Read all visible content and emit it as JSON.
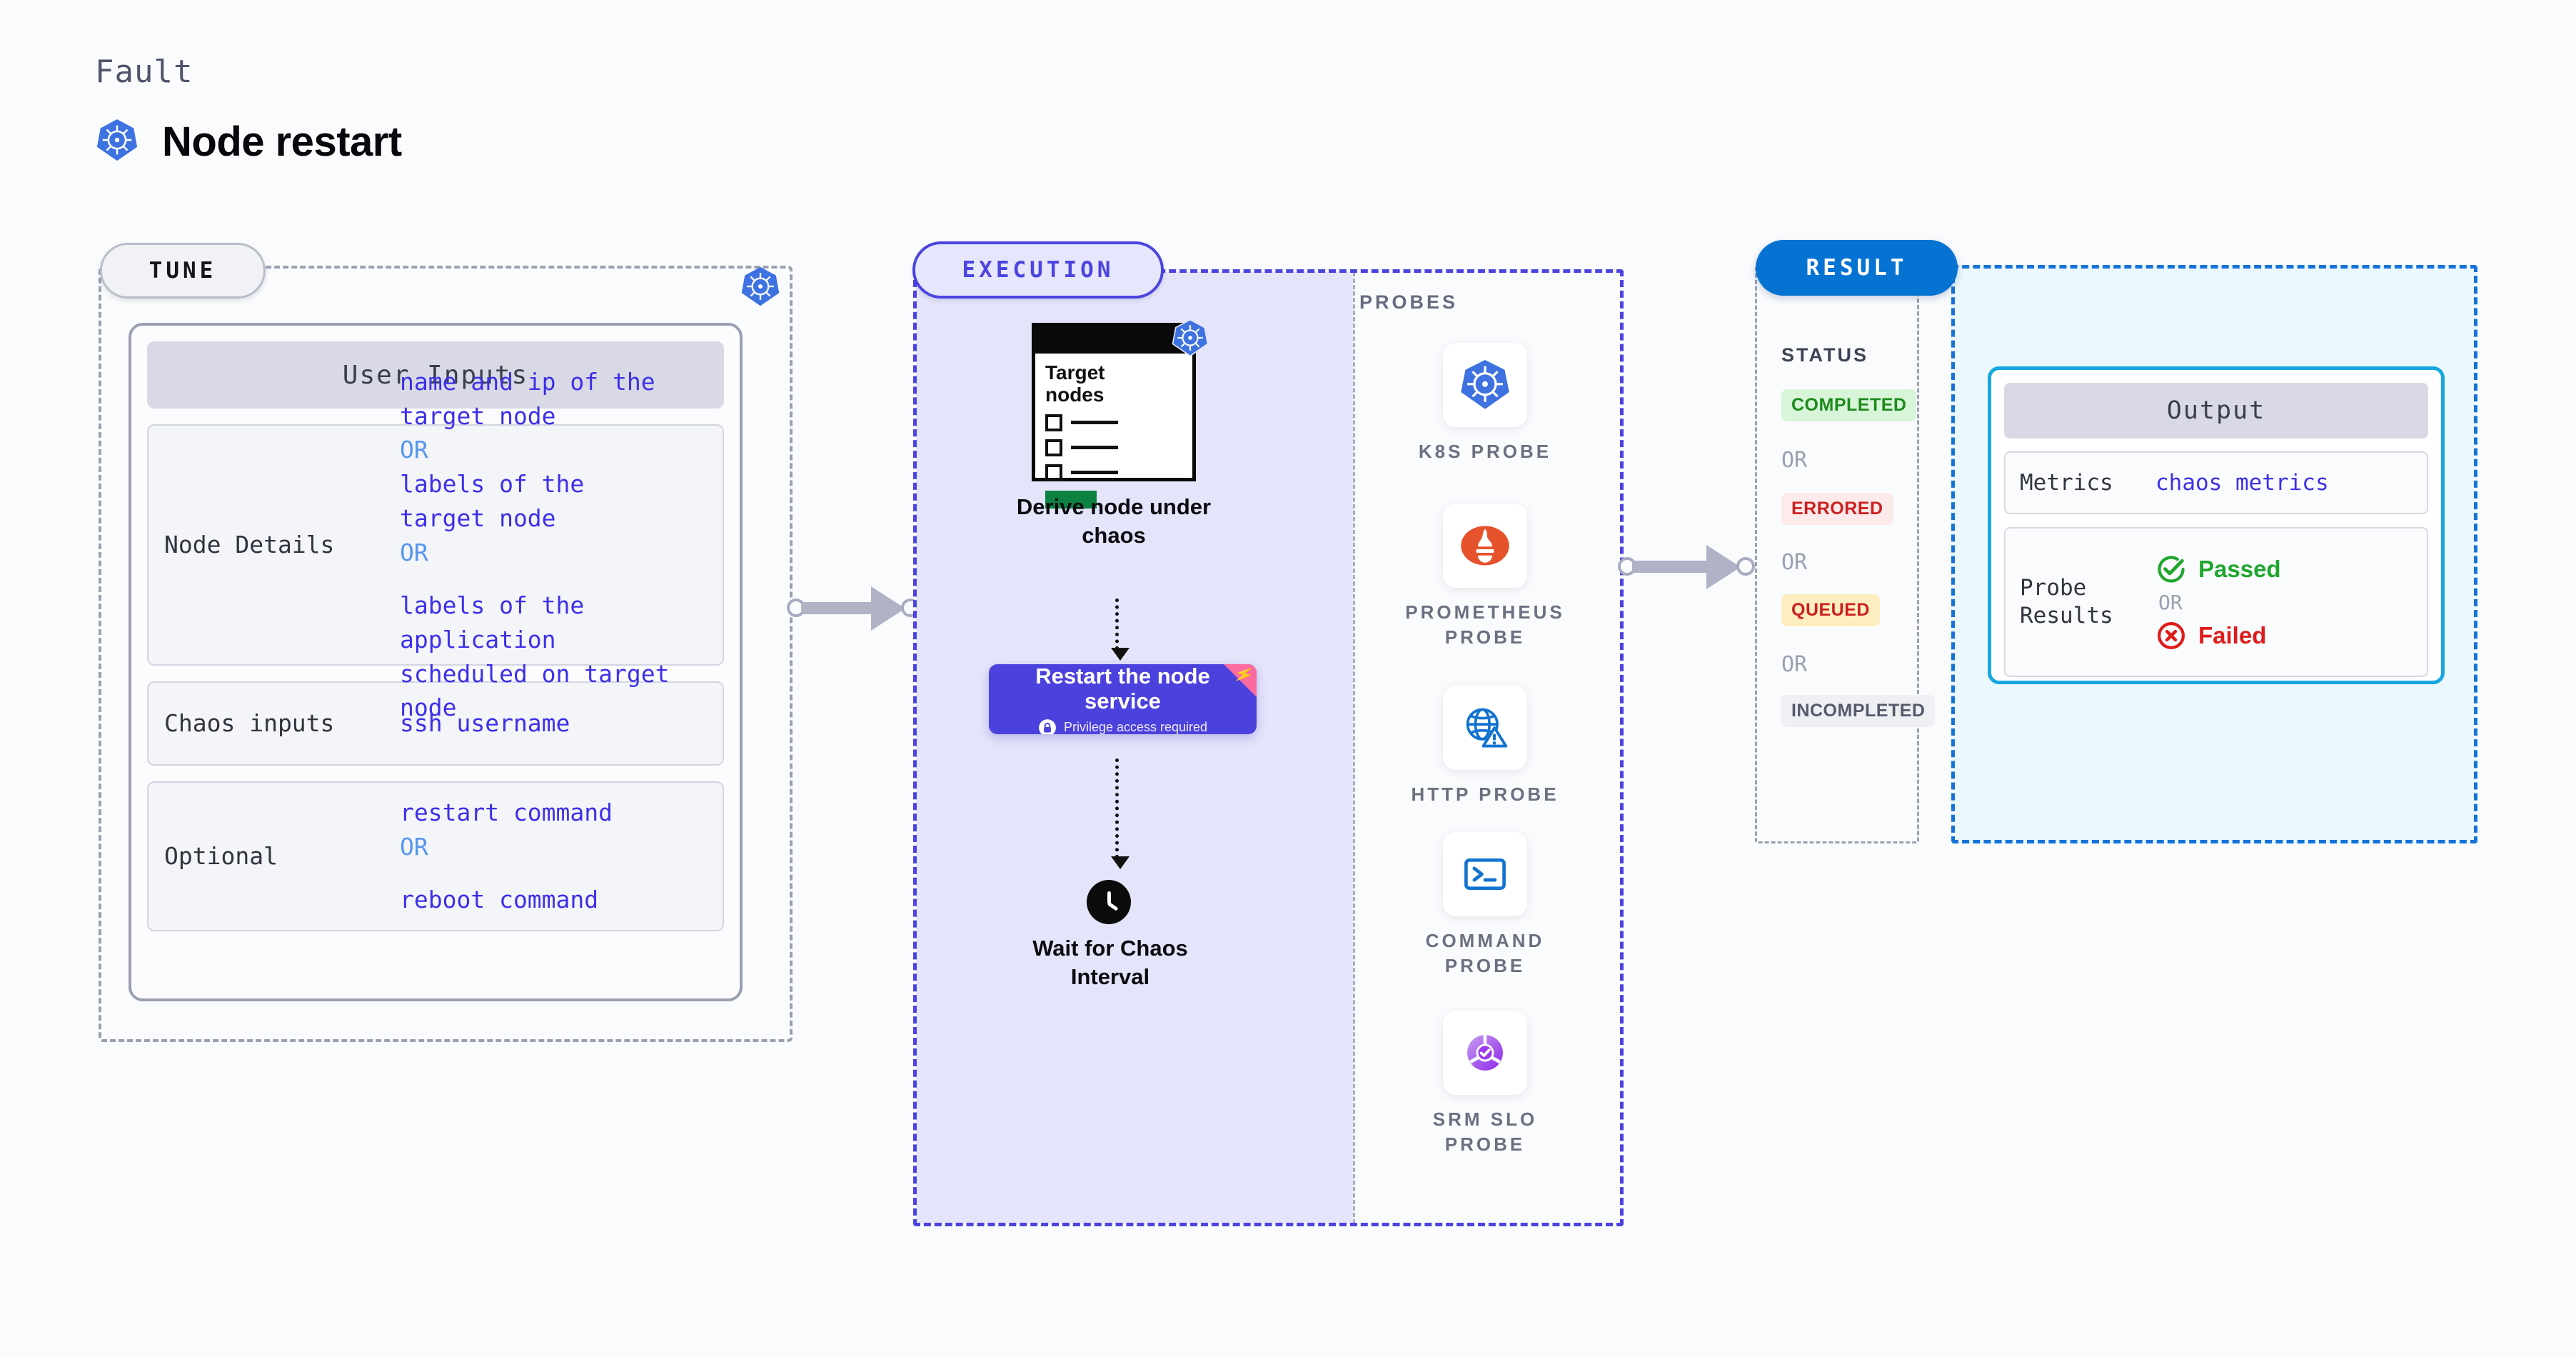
{
  "header": {
    "kicker": "Fault",
    "title": "Node restart",
    "icon": "kubernetes-icon"
  },
  "tune": {
    "pill_label": "TUNE",
    "badge_icon": "kubernetes-icon",
    "card_title": "User Inputs",
    "rows": [
      {
        "label": "Node Details",
        "values": [
          {
            "text": "name and ip of the",
            "type": "value"
          },
          {
            "text": "target node",
            "type": "value"
          },
          {
            "text": "OR",
            "type": "or"
          },
          {
            "text": "labels of the",
            "type": "value"
          },
          {
            "text": "target node",
            "type": "value"
          },
          {
            "text": "OR",
            "type": "or"
          },
          {
            "text": "",
            "type": "spacer"
          },
          {
            "text": "labels of the application",
            "type": "value"
          },
          {
            "text": " scheduled on target node",
            "type": "value"
          }
        ]
      },
      {
        "label": "Chaos inputs",
        "values": [
          {
            "text": "ssh username",
            "type": "value"
          }
        ]
      },
      {
        "label": "Optional",
        "values": [
          {
            "text": "restart command",
            "type": "value"
          },
          {
            "text": "OR",
            "type": "or"
          },
          {
            "text": "",
            "type": "spacer"
          },
          {
            "text": "reboot command",
            "type": "value"
          }
        ]
      }
    ]
  },
  "execution": {
    "pill_label": "EXECUTION",
    "target_doc": {
      "title_line1": "Target",
      "title_line2": "nodes",
      "badge_icon": "kubernetes-icon",
      "checkbox_count": 3,
      "accent_color": "#0c8141"
    },
    "steps": [
      {
        "caption_line1": "Derive node under",
        "caption_line2": "chaos"
      },
      {
        "caption_line1": "Wait for Chaos",
        "caption_line2": "Interval"
      }
    ],
    "action_button": {
      "label_line1": "Restart the node",
      "label_line2": "service",
      "sub_label": "Privilege access required",
      "sub_icon": "lock-icon",
      "ribbon_icon": "rocket-icon",
      "color": "#4b41dd",
      "ribbon_color": "#fb6ba0"
    },
    "probes": {
      "section_label": "PROBES",
      "items": [
        {
          "icon": "kubernetes-icon",
          "label_line1": "K8S  PROBE",
          "label_line2": ""
        },
        {
          "icon": "prometheus-icon",
          "label_line1": "PROMETHEUS",
          "label_line2": "PROBE"
        },
        {
          "icon": "globe-warning-icon",
          "label_line1": "HTTP  PROBE",
          "label_line2": ""
        },
        {
          "icon": "terminal-icon",
          "label_line1": "COMMAND",
          "label_line2": "PROBE"
        },
        {
          "icon": "srm-slo-icon",
          "label_line1": "SRM  SLO",
          "label_line2": "PROBE"
        }
      ]
    }
  },
  "result": {
    "pill_label": "RESULT",
    "status_label": "STATUS",
    "statuses": [
      {
        "label": "COMPLETED",
        "bg": "#d9f5d9",
        "fg": "#1c8a1c"
      },
      {
        "label": "ERRORED",
        "bg": "#fdeaea",
        "fg": "#cc2020"
      },
      {
        "label": "QUEUED",
        "bg": "#fdeec1",
        "fg": "#cc2020"
      },
      {
        "label": "INCOMPLETED",
        "bg": "#eef0f4",
        "fg": "#555a6b"
      }
    ],
    "or_label": "OR",
    "output": {
      "card_title": "Output",
      "metrics_label": "Metrics",
      "metrics_value": "chaos metrics",
      "probe_results_label_line1": "Probe",
      "probe_results_label_line2": "Results",
      "passed_label": "Passed",
      "passed_icon": "check-circle-icon",
      "passed_color": "#1fa62e",
      "or_label": "OR",
      "failed_label": "Failed",
      "failed_icon": "x-circle-icon",
      "failed_color": "#e01b1b"
    }
  },
  "connectors": [
    {
      "name": "tune-to-execution"
    },
    {
      "name": "execution-to-result"
    }
  ]
}
